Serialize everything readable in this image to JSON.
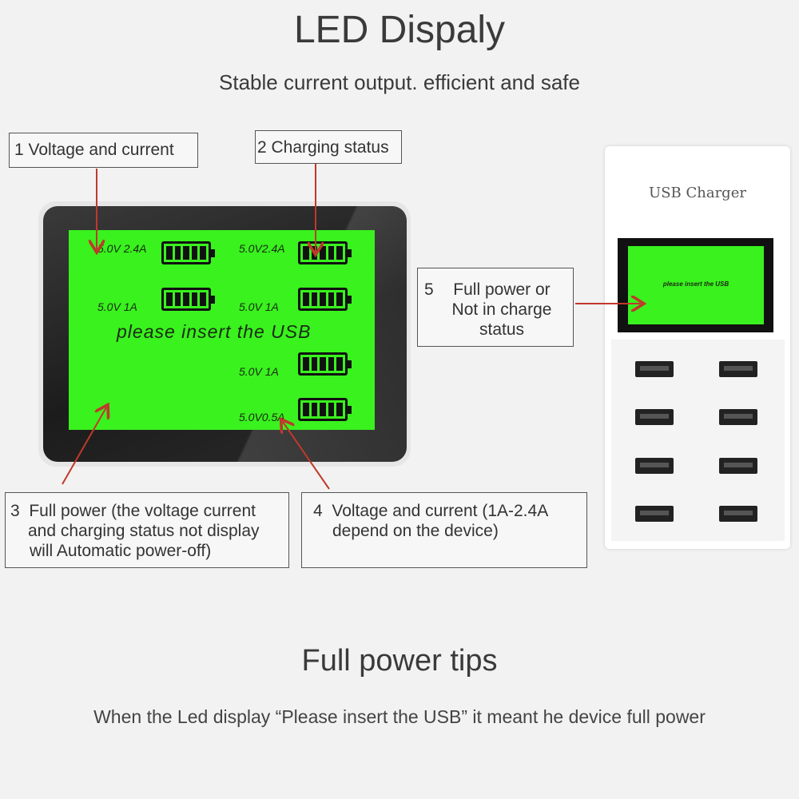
{
  "title": "LED Dispaly",
  "subtitle": "Stable current output. efficient and safe",
  "callouts": {
    "c1": {
      "num": "1",
      "text": "Voltage and current"
    },
    "c2": {
      "text": "2 Charging status"
    },
    "c3": {
      "num": "3",
      "line1": "Full power (the voltage current",
      "line2": "and charging status not display",
      "line3": "will Automatic power-off)"
    },
    "c4": {
      "num": "4",
      "line1": "Voltage and current (1A-2.4A",
      "line2": "depend on the device)"
    },
    "c5": {
      "num": "5",
      "line1": "Full power or",
      "line2": "Not in charge",
      "line3": "status"
    }
  },
  "lcd": {
    "rows": [
      {
        "left": "5.0V 2.4A",
        "right": "5.0V2.4A"
      },
      {
        "left": "5.0V   1A",
        "right": "5.0V  1A"
      }
    ],
    "extra_right": [
      "5.0V  1A",
      "5.0V0.5A"
    ],
    "message": "please insert the USB"
  },
  "charger": {
    "label": "USB Charger",
    "screen_message": "please insert the USB",
    "ports": 8
  },
  "tips": {
    "title": "Full power tips",
    "text": "When the Led display “Please insert the USB” it meant he device full power"
  },
  "colors": {
    "lcd_green": "#39f21e",
    "arrow_red": "#c0392b"
  }
}
